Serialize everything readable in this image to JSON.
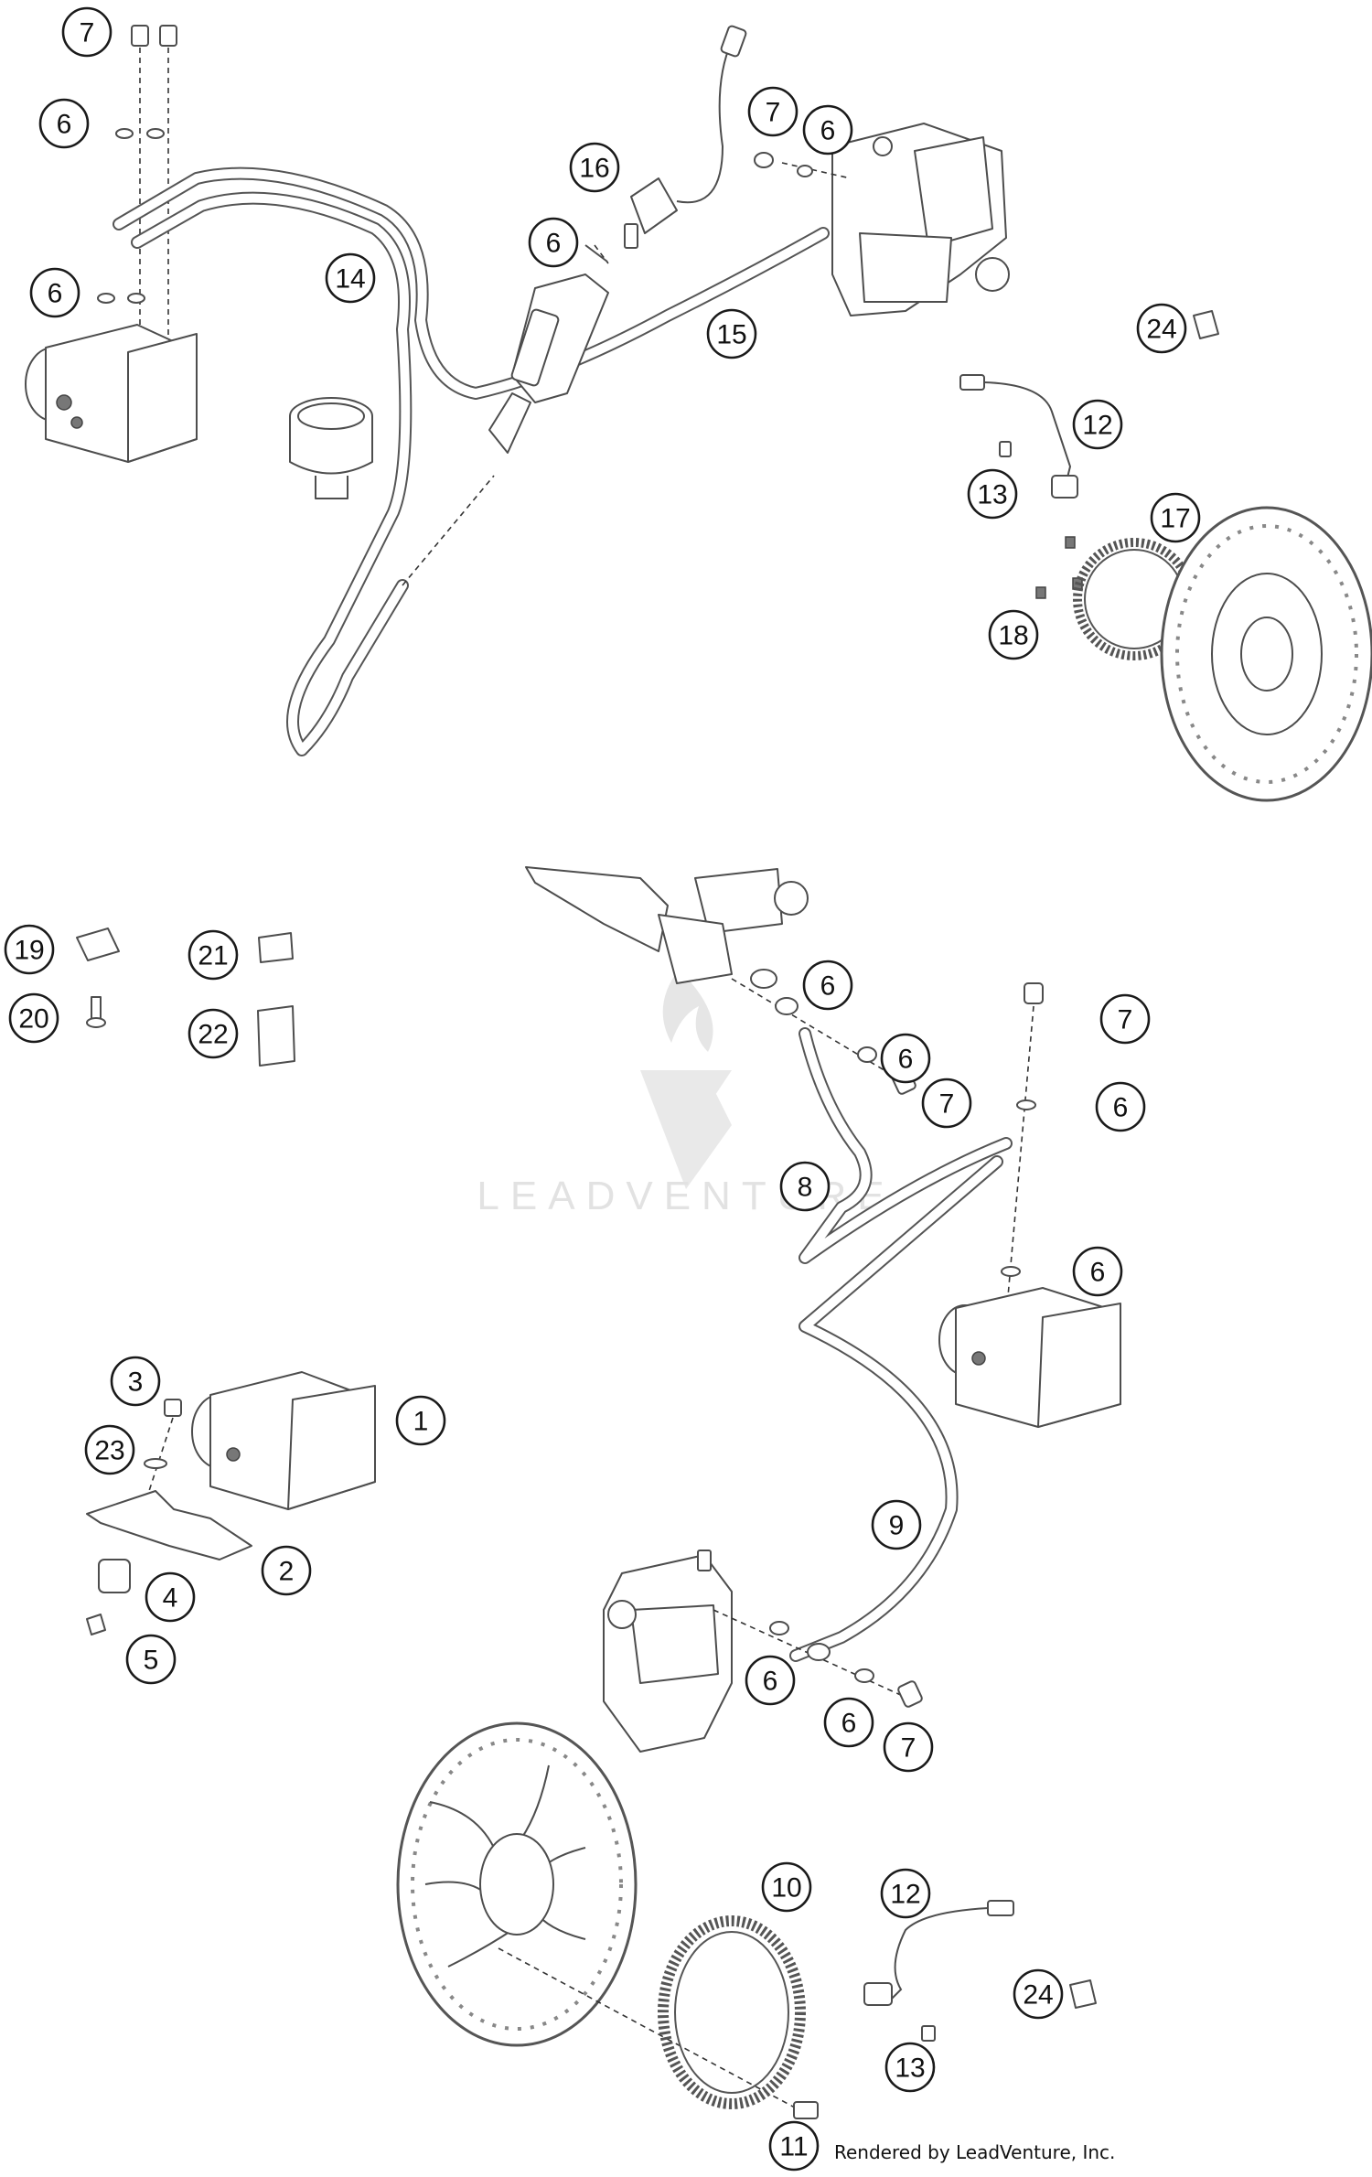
{
  "watermark": {
    "text": "LEADVENTURE"
  },
  "credit": {
    "text": "Rendered by LeadVenture, Inc."
  },
  "callouts": [
    "7",
    "6",
    "6",
    "14",
    "16",
    "6",
    "7",
    "6",
    "15",
    "24",
    "12",
    "13",
    "17",
    "18",
    "19",
    "21",
    "20",
    "22",
    "6",
    "7",
    "6",
    "7",
    "6",
    "8",
    "6",
    "3",
    "1",
    "23",
    "2",
    "4",
    "5",
    "9",
    "6",
    "6",
    "7",
    "10",
    "12",
    "24",
    "13",
    "11"
  ]
}
